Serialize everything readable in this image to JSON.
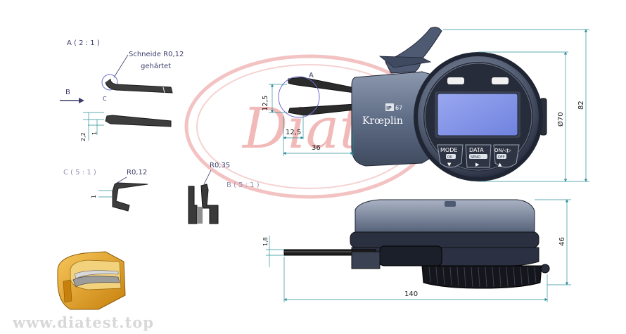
{
  "watermark": {
    "text": "Diat"
  },
  "site": {
    "url": "www.diatest.top"
  },
  "details": {
    "detail_a": {
      "title": "A ( 2 : 1 )",
      "note_line1": "Schneide R0,12",
      "note_line2": "gehärtet",
      "circle_label": "C",
      "view_label": "B",
      "dim_tip": "1",
      "dim_height": "2,2"
    },
    "detail_c": {
      "title": "C ( 5 : 1 )",
      "radius": "R0,12",
      "dim": "1"
    },
    "detail_b": {
      "title": "B ( 5 : 1 )",
      "radius": "R0,35"
    }
  },
  "front_view": {
    "circle_label": "A",
    "dim_jaw_height": "12,5",
    "dim_jaw_width": "12,5",
    "dim_reach": "36",
    "dim_diameter": "Ø70",
    "dim_height": "82",
    "brand": "Krœplin",
    "ip_rating_left": "IP",
    "ip_rating_right": "67",
    "buttons": [
      {
        "title": "MODE",
        "sub": "OK",
        "arrow": "▼"
      },
      {
        "title": "DATA",
        "sub": "SEND",
        "arrow": "▶"
      },
      {
        "title": "ON/◁▷",
        "sub": "OFF",
        "arrow": "▲"
      }
    ]
  },
  "side_view": {
    "dim_jaw_thickness": "1,8",
    "dim_height": "46",
    "dim_length": "140"
  },
  "colors": {
    "body_blue": "#5e6c86",
    "display": "#7f93e8",
    "dim_lines": "#2a8f9a",
    "watermark": "#f2b9b9",
    "orange_part": "#e6a21e"
  }
}
